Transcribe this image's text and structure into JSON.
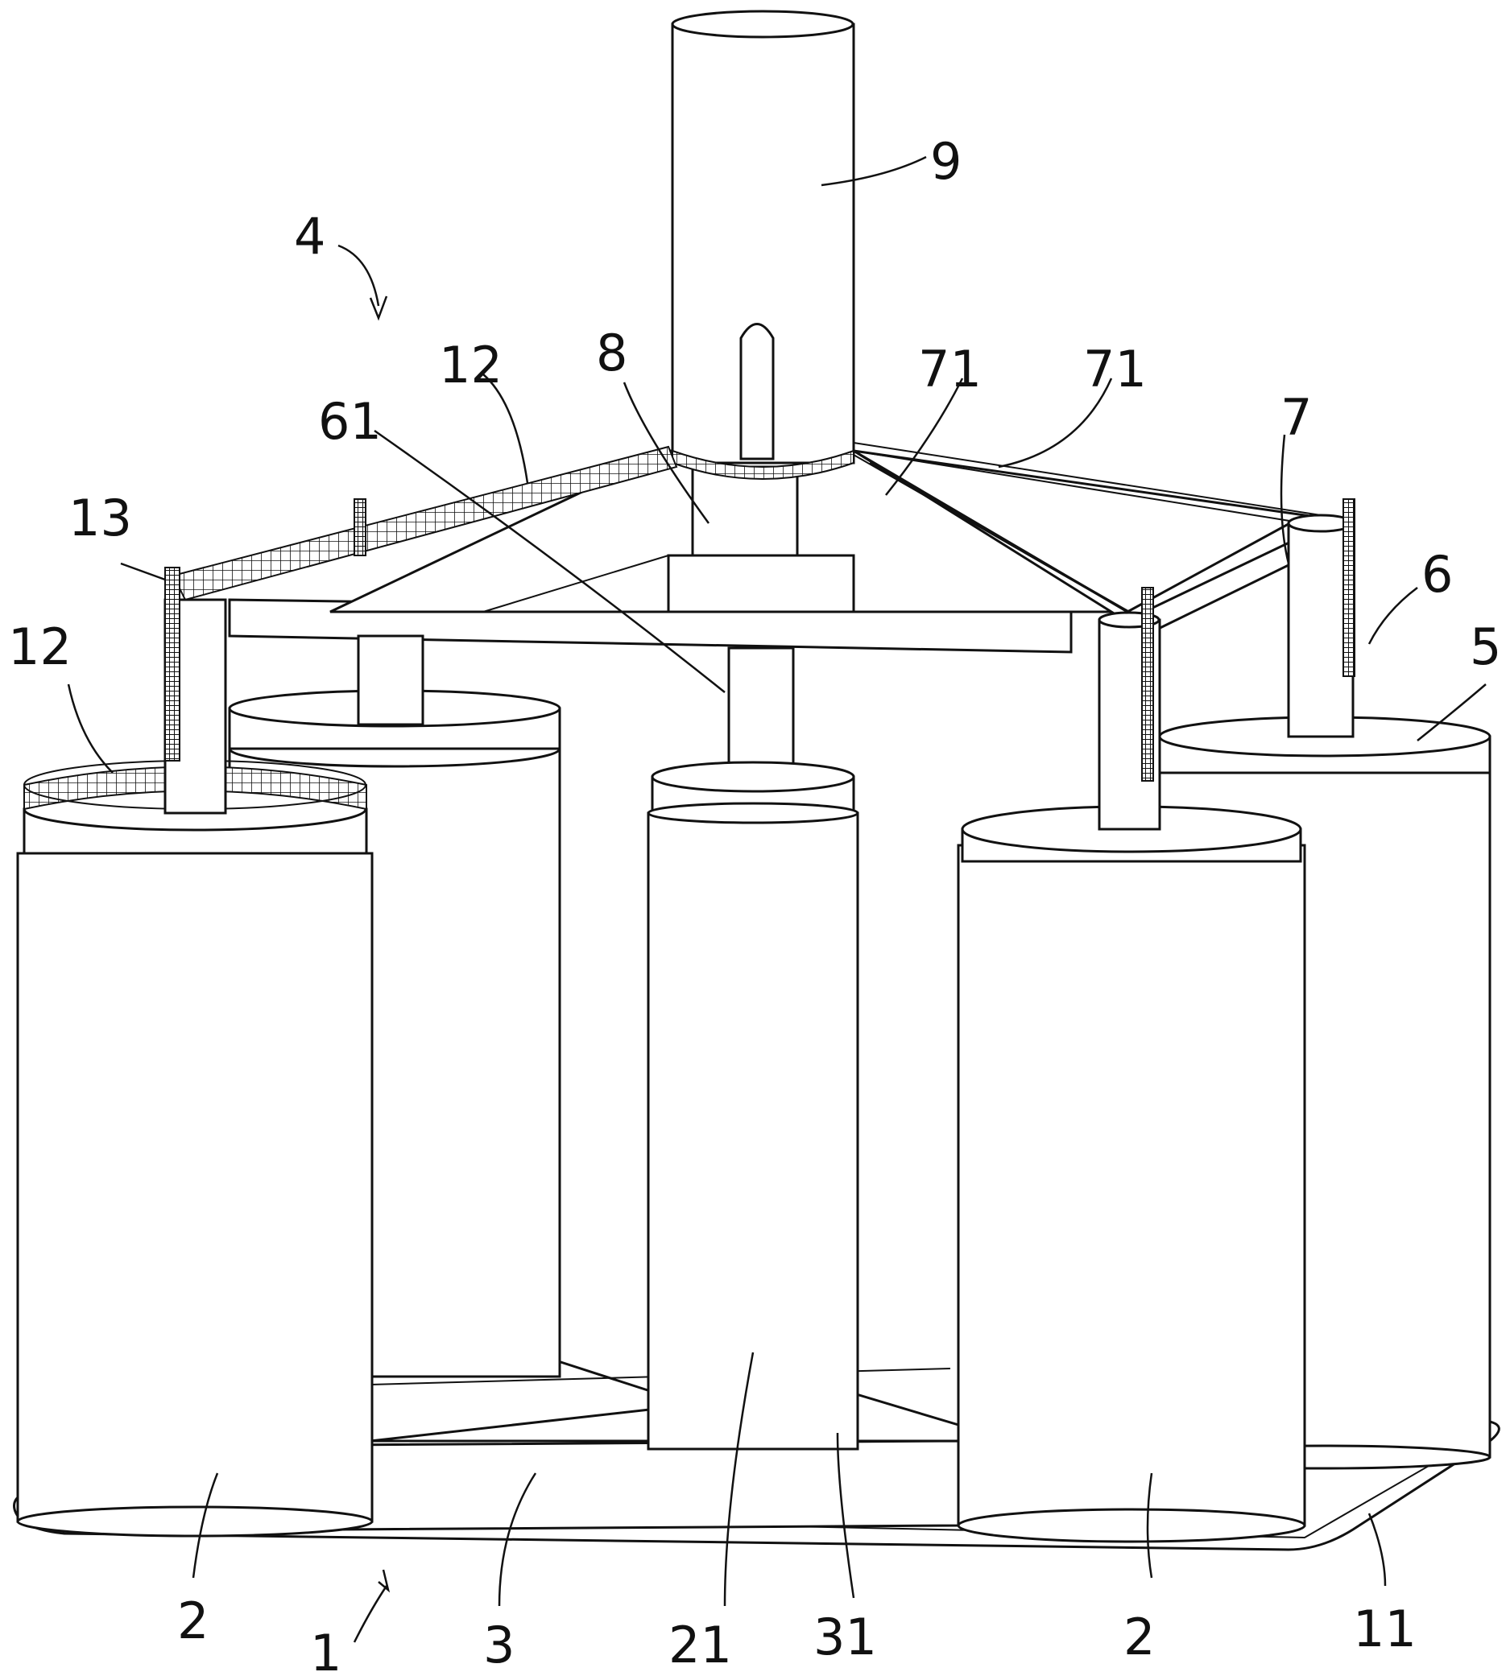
{
  "labels": {
    "l1": "1",
    "l2a": "2",
    "l2b": "2",
    "l3": "3",
    "l4": "4",
    "l5": "5",
    "l6": "6",
    "l7": "7",
    "l8": "8",
    "l9": "9",
    "l11": "11",
    "l12a": "12",
    "l12b": "12",
    "l13": "13",
    "l21": "21",
    "l31": "31",
    "l61": "61",
    "l71a": "71",
    "l71b": "71"
  }
}
